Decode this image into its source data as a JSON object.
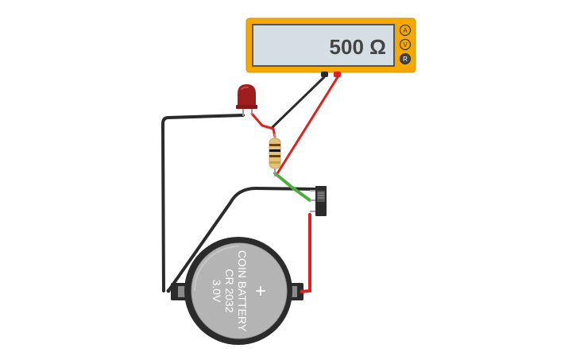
{
  "multimeter": {
    "reading": "500 Ω",
    "modes": [
      "A",
      "V",
      "R"
    ],
    "active_mode": "R",
    "body_color": "#f5a800",
    "screen_color": "#d5dee3"
  },
  "battery": {
    "line1": "COIN BATTERY",
    "line2": "CR 2032",
    "line3": "3.0V",
    "plus_sign": "+"
  },
  "colors": {
    "wire_black": "#2b2b2b",
    "wire_red": "#e0201c",
    "wire_green": "#4caf39",
    "led_red": "#a01d1d"
  }
}
